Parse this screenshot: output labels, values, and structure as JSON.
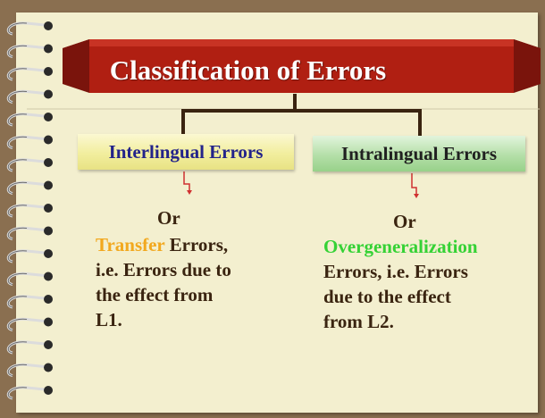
{
  "title": "Classification of Errors",
  "colors": {
    "frame": "#8a6f50",
    "page": "#f3efcf",
    "banner": "#b01f12",
    "connector": "#3a2410",
    "arrow": "#d03030",
    "left_box_text": "#23238a",
    "transfer_highlight": "#f2a81e",
    "overgeneralization_highlight": "#35d235"
  },
  "left_branch": {
    "label": "Interlingual Errors",
    "or": "Or",
    "highlight": "Transfer",
    "rest_first_line": " Errors,",
    "lines": [
      "i.e. Errors due to",
      "the effect  from",
      "L1."
    ]
  },
  "right_branch": {
    "label": "Intralingual Errors",
    "or": "Or",
    "highlight": "Overgeneralization",
    "lines": [
      "Errors, i.e. Errors",
      "due to the effect",
      "from L2."
    ]
  }
}
